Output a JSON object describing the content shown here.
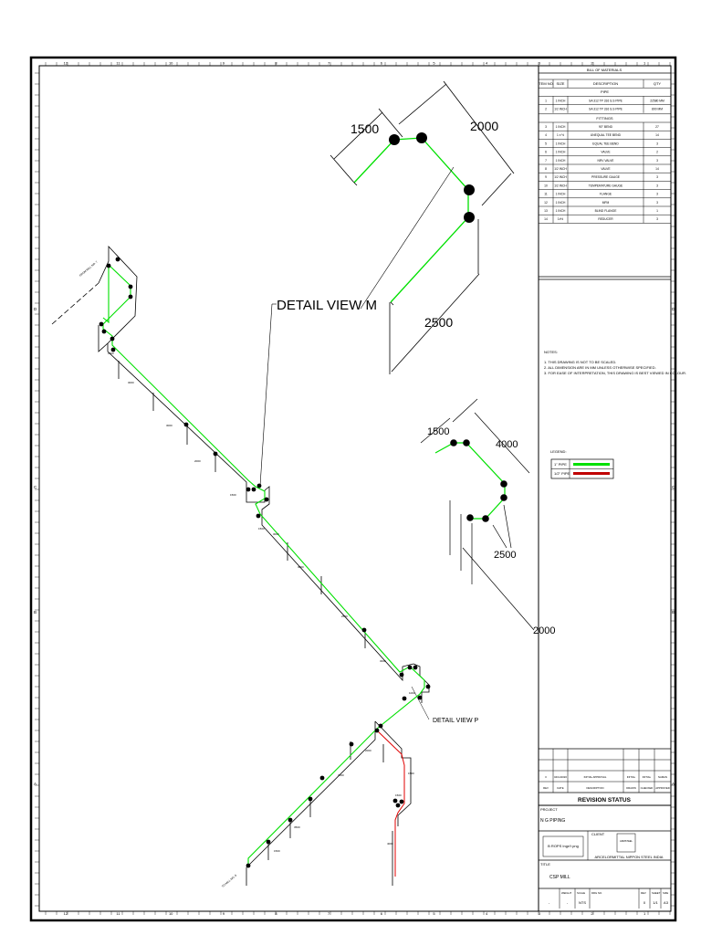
{
  "bom": {
    "title": "BILL OF MATERIALS",
    "headers": [
      "ITEM NO.",
      "SIZE",
      "DESCRIPTION",
      "QTY"
    ],
    "pipe_heading": "PIPE",
    "fittings_heading": "FITTINGS",
    "pipe_rows": [
      [
        "1",
        "1 INCH",
        "SA 312 TP 316 S.S PIPE",
        "22580 MM"
      ],
      [
        "2",
        "1/2 INCH",
        "SA 312 TP 316 S.S PIPE",
        "800 MM"
      ]
    ],
    "fitting_rows": [
      [
        "3",
        "1 INCH",
        "90° BEND",
        "27"
      ],
      [
        "4",
        "1 x ½",
        "UNEQUAL TEE BEND",
        "14"
      ],
      [
        "5",
        "1 INCH",
        "EQUAL TEE BEND",
        "3"
      ],
      [
        "6",
        "1 INCH",
        "VALVE",
        "2"
      ],
      [
        "7",
        "1 INCH",
        "NRV VALVE",
        "3"
      ],
      [
        "8",
        "1/2 INCH",
        "VALVE",
        "14"
      ],
      [
        "9",
        "1/2 INCH",
        "PRESSURE GAUGE",
        "3"
      ],
      [
        "10",
        "1/2 INCH",
        "TEMPERATURE GAUGE",
        "3"
      ],
      [
        "11",
        "1 INCH",
        "FLANGE",
        "3"
      ],
      [
        "12",
        "1 INCH",
        "MFM",
        "3"
      ],
      [
        "13",
        "1 INCH",
        "BLIND FLANGE",
        "1"
      ],
      [
        "14",
        "1x½",
        "REDUCER",
        "3"
      ]
    ]
  },
  "notes": {
    "heading": "NOTES:",
    "items": [
      "1.   THIS DRAWING IS NOT TO BE SCALED.",
      "2.   ALL DIMENSION ARE IN MM UNLESS OTHERWISE SPECIFIED.",
      "3.   FOR EASE OF INTERPRETATION, THIS DRAWING IS BEST VIEWED IN COLOUR."
    ]
  },
  "legend": {
    "heading": "LEGEND:",
    "items": [
      {
        "label": "1\" PIPE",
        "color": "#00e000"
      },
      {
        "label": "1/2\" PIPE",
        "color": "#e00000"
      }
    ]
  },
  "revision": {
    "row_values": [
      "0",
      "04/11/2020",
      "INITIAL APPROVAL",
      "INITIAL",
      "INITIAL",
      "NAMAN"
    ],
    "row_headers": [
      "REV",
      "DATE",
      "DESCRIPTION",
      "DRAWN",
      "CHECKED",
      "APPROVED"
    ],
    "title": "REVISION STATUS"
  },
  "title_block": {
    "project_label": "PROJECT",
    "project": "N G PIPING",
    "client_label": "CLIENT",
    "vendor_label": "",
    "vendor_box": "B ROPS Ingn't png",
    "client_logo": "ARMSTEEL",
    "client_name": "ARCELORMITTAL NIPPON STEEL INDIA",
    "title_label": "TITLE",
    "title": "CSP MILL",
    "footer_labels": [
      "",
      "WEIGHT",
      "SCALE",
      "DRG NO.",
      "REV",
      "SHEET",
      "SIZE"
    ],
    "footer_values": [
      "-",
      "-",
      "NTS",
      "",
      "0",
      "1/1",
      "A3"
    ]
  },
  "border": {
    "top_numbers": [
      "12",
      "11",
      "10",
      "9",
      "8",
      "7",
      "6",
      "5",
      "4",
      "3",
      "2",
      "1"
    ],
    "side_letters": [
      "D",
      "C",
      "B",
      "A"
    ]
  },
  "detail_m": {
    "callout": "DETAIL VIEW M",
    "dims": [
      "1500",
      "2000",
      "2500"
    ]
  },
  "detail_p": {
    "callout": "DETAIL VIEW P",
    "dims": [
      "1500",
      "4000",
      "2500",
      "2000"
    ]
  },
  "main_iso": {
    "flow_labels": [
      "FROM MILL NO. 7",
      "TO MILL NO. 8"
    ],
    "segment_labels": [
      "3000",
      "1500",
      "3000",
      "2000",
      "1500",
      "3000",
      "3000",
      "2500",
      "3000",
      "1500",
      "1000",
      "2000",
      "3000",
      "3500",
      "1500",
      "1500",
      "4000",
      "1500"
    ]
  },
  "colors": {
    "pipe_1in": "#00e000",
    "pipe_half_in": "#e00000",
    "linework": "#000000"
  }
}
